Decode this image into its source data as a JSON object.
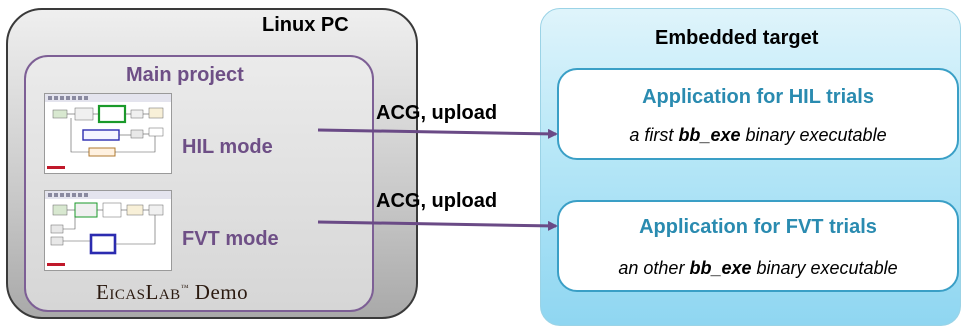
{
  "linux_pc": {
    "title": "Linux PC",
    "main_project": {
      "title": "Main project",
      "hil_mode_label": "HIL mode",
      "fvt_mode_label": "FVT mode",
      "brand": {
        "name_main": "EicasLab",
        "trademark": "™",
        "suffix": "Demo"
      }
    }
  },
  "embedded_target": {
    "title": "Embedded target",
    "hil_app": {
      "title": "Application for HIL trials",
      "desc_pre": "a first ",
      "desc_bold": "bb_exe",
      "desc_post": " binary executable"
    },
    "fvt_app": {
      "title": "Application for FVT trials",
      "desc_pre": "an other ",
      "desc_bold": "bb_exe",
      "desc_post": " binary executable"
    }
  },
  "edges": {
    "hil_label": "ACG, upload",
    "fvt_label": "ACG, upload"
  },
  "colors": {
    "arrow": "#6a4a86",
    "purple_text": "#6e4f86",
    "app_title": "#2a8bb0"
  }
}
